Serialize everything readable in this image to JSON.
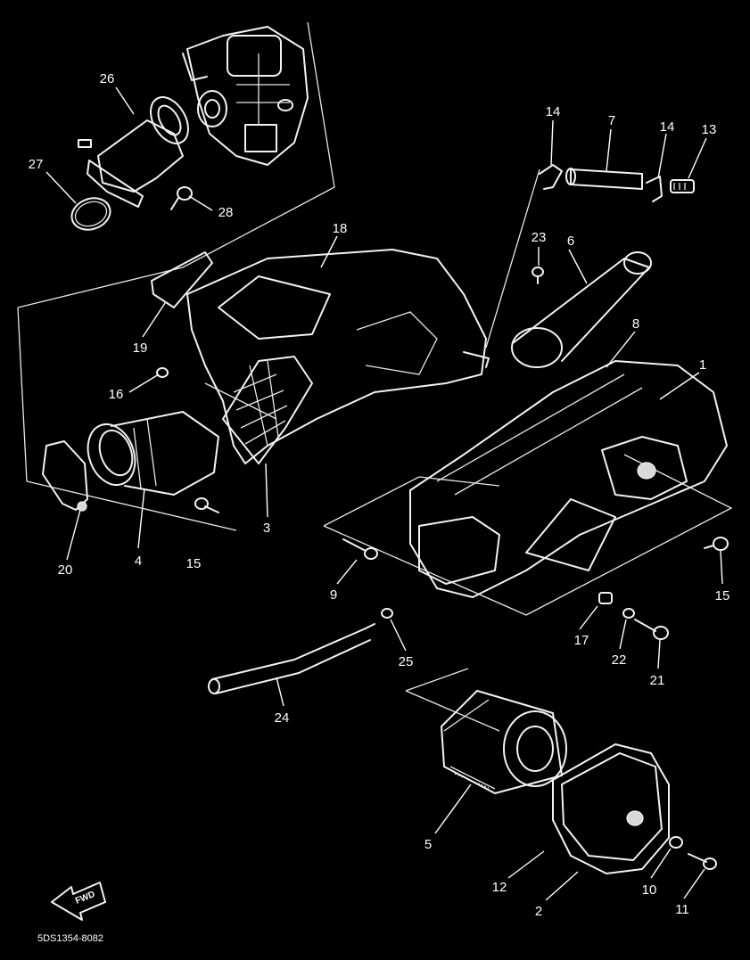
{
  "callouts": {
    "c26": "26",
    "c27": "27",
    "c28": "28",
    "c18": "18",
    "c19": "19",
    "c16": "16",
    "c20": "20",
    "c4": "4",
    "c15a": "15",
    "c3": "3",
    "c14a": "14",
    "c7": "7",
    "c14b": "14",
    "c13": "13",
    "c23": "23",
    "c6": "6",
    "c8": "8",
    "c1": "1",
    "c15b": "15",
    "c9": "9",
    "c17": "17",
    "c22": "22",
    "c21": "21",
    "c25": "25",
    "c24": "24",
    "c5": "5",
    "c12": "12",
    "c2": "2",
    "c10": "10",
    "c11": "11"
  },
  "fwd_label": "FWD",
  "diagram_code": "5DS1354-8082",
  "colors": {
    "background": "#000000",
    "line": "#f2f2f2"
  }
}
